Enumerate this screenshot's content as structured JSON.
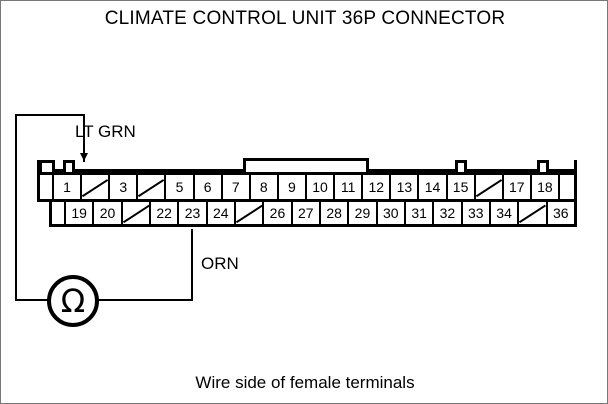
{
  "title": "CLIMATE CONTROL UNIT 36P CONNECTOR",
  "caption": "Wire side of female terminals",
  "wires": {
    "lt_grn": {
      "label": "LT GRN",
      "terminal": "1"
    },
    "orn": {
      "label": "ORN",
      "terminal": "23"
    }
  },
  "meter": {
    "symbol": "Ω",
    "name": "ohmmeter"
  },
  "connector": {
    "pin_count": "36",
    "top_row": [
      {
        "label": "1",
        "blank": false
      },
      {
        "label": "",
        "blank": true
      },
      {
        "label": "3",
        "blank": false
      },
      {
        "label": "",
        "blank": true
      },
      {
        "label": "5",
        "blank": false
      },
      {
        "label": "6",
        "blank": false
      },
      {
        "label": "7",
        "blank": false
      },
      {
        "label": "8",
        "blank": false
      },
      {
        "label": "9",
        "blank": false
      },
      {
        "label": "10",
        "blank": false
      },
      {
        "label": "11",
        "blank": false
      },
      {
        "label": "12",
        "blank": false
      },
      {
        "label": "13",
        "blank": false
      },
      {
        "label": "14",
        "blank": false
      },
      {
        "label": "15",
        "blank": false
      },
      {
        "label": "",
        "blank": true
      },
      {
        "label": "17",
        "blank": false
      },
      {
        "label": "18",
        "blank": false
      }
    ],
    "bottom_row": [
      {
        "label": "19",
        "blank": false
      },
      {
        "label": "20",
        "blank": false
      },
      {
        "label": "",
        "blank": true
      },
      {
        "label": "22",
        "blank": false
      },
      {
        "label": "23",
        "blank": false
      },
      {
        "label": "24",
        "blank": false
      },
      {
        "label": "",
        "blank": true
      },
      {
        "label": "26",
        "blank": false
      },
      {
        "label": "27",
        "blank": false
      },
      {
        "label": "28",
        "blank": false
      },
      {
        "label": "29",
        "blank": false
      },
      {
        "label": "30",
        "blank": false
      },
      {
        "label": "31",
        "blank": false
      },
      {
        "label": "32",
        "blank": false
      },
      {
        "label": "33",
        "blank": false
      },
      {
        "label": "34",
        "blank": false
      },
      {
        "label": "",
        "blank": true
      },
      {
        "label": "36",
        "blank": false
      }
    ]
  },
  "colors": {
    "ink": "#000000",
    "paper": "#ffffff"
  }
}
